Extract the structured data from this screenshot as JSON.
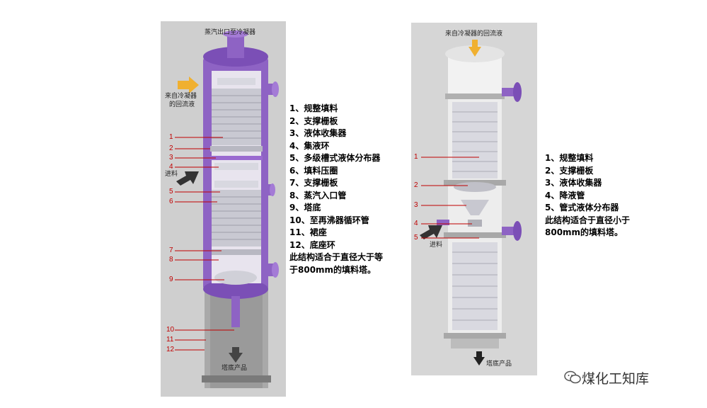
{
  "left": {
    "top_label": "蒸汽出口至冷凝器",
    "reflux_label_1": "来自冷凝器",
    "reflux_label_2": "的回流液",
    "feed_label": "进料",
    "bottom_label": "塔底产品",
    "callouts": [
      "1",
      "2",
      "3",
      "4",
      "5",
      "6",
      "7",
      "8",
      "9",
      "10",
      "11",
      "12"
    ],
    "legend": [
      "1、规整填料",
      "2、支撑栅板",
      "3、液体收集器",
      "4、集液环",
      "5、多级槽式液体分布器",
      "6、填料压圈",
      "7、支撑栅板",
      "8、蒸汽入口管",
      "9、塔底",
      "10、至再沸器循环管",
      "11、裙座",
      "12、底座环",
      "此结构适合于直径大于等",
      "于800mm的填料塔。"
    ]
  },
  "right": {
    "top_label": "来自冷凝器的回流液",
    "feed_label": "进料",
    "bottom_label": "塔底产品",
    "callouts": [
      "1",
      "2",
      "3",
      "4",
      "5"
    ],
    "legend": [
      "1、规整填料",
      "2、支撑栅板",
      "3、液体收集器",
      "4、降液管",
      "5、管式液体分布器",
      "此结构适合于直径小于",
      "800mm的填料塔。"
    ]
  },
  "watermark": "煤化工知库",
  "colors": {
    "vessel": "#8e63c4",
    "vessel_dark": "#6b3fa8",
    "accent_arrow": "#f0b030",
    "callout": "#c00000"
  }
}
